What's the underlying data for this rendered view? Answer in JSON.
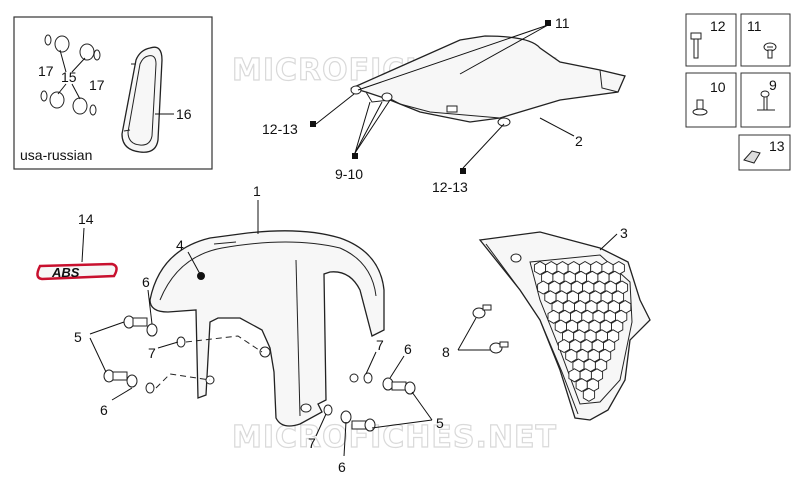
{
  "watermark": "MICROFICHES.NET",
  "inset_caption": "usa-russian",
  "badge_text": "ABS",
  "callouts": {
    "c1": "1",
    "c2": "2",
    "c3": "3",
    "c4": "4",
    "c5a": "5",
    "c5b": "5",
    "c6a": "6",
    "c6b": "6",
    "c6c": "6",
    "c6d": "6",
    "c7a": "7",
    "c7b": "7",
    "c7c": "7",
    "c8": "8",
    "c9_10": "9-10",
    "c11": "11",
    "c12_13a": "12-13",
    "c12_13b": "12-13",
    "c14": "14",
    "c15": "15",
    "c16": "16",
    "c17a": "17",
    "c17b": "17"
  },
  "legend_boxes": {
    "b12": "12",
    "b11": "11",
    "b10": "10",
    "b9": "9",
    "b13": "13"
  },
  "colors": {
    "badge_red": "#c8102e",
    "line": "#222222",
    "watermark": "#d9d9d9"
  }
}
